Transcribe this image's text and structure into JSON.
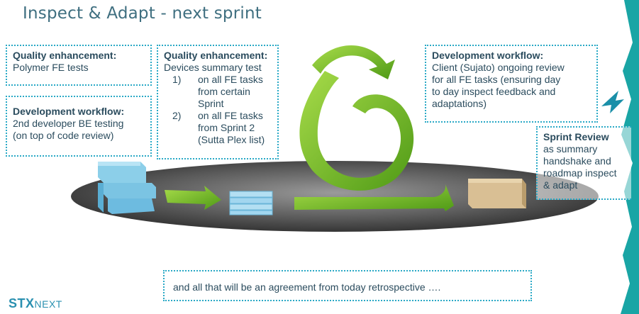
{
  "title": "Inspect & Adapt - next sprint",
  "boxes": {
    "polymer": {
      "head": "Quality enhancement:",
      "line1": "Polymer FE tests"
    },
    "be_testing": {
      "head": "Development workflow:",
      "line1": "2nd developer BE testing",
      "line2": "(on top of code review)"
    },
    "devices": {
      "head": "Quality enhancement:",
      "line1": "Devices summary test",
      "items": [
        {
          "num": "1)",
          "lines": [
            "on all FE tasks",
            "from certain",
            "Sprint"
          ]
        },
        {
          "num": "2)",
          "lines": [
            "on all FE tasks",
            "from Sprint 2",
            "(Sutta Plex list)"
          ]
        }
      ]
    },
    "client_review": {
      "head": "Development workflow:",
      "lines": [
        "Client (Sujato) ongoing review",
        "for all FE tasks (ensuring day",
        "to day inspect feedback and",
        "adaptations)"
      ]
    },
    "sprint_review": {
      "head": "Sprint Review",
      "lines": [
        "as summary",
        "handshake and",
        "roadmap inspect",
        "& adapt"
      ]
    }
  },
  "bottom_note": "and all that will be an agreement from today retrospective ….",
  "logo": {
    "brand": "STX",
    "suffix": "NEXT"
  },
  "colors": {
    "accent": "#2aa9c6",
    "title": "#3f6f80",
    "arrow_green": "#7cc42c",
    "backlog_blue": "#7fc8e6",
    "teal_shape": "#1aa6a6"
  }
}
